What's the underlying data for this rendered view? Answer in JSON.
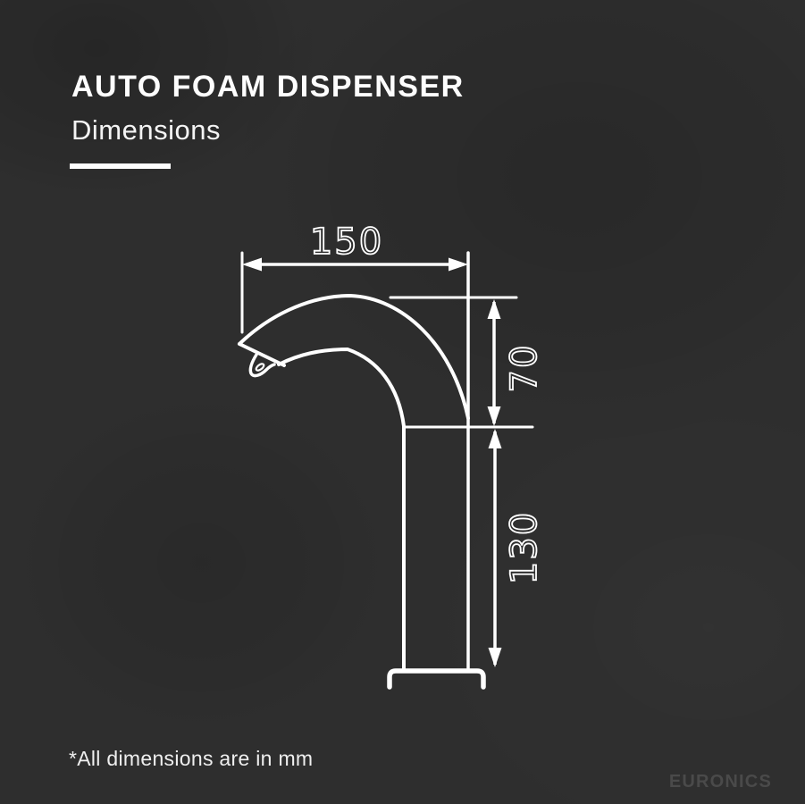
{
  "header": {
    "title": "AUTO FOAM DISPENSER",
    "subtitle": "Dimensions"
  },
  "drawing": {
    "product": "auto foam dispenser side profile",
    "dimensions": {
      "spout_reach": {
        "value": "150",
        "orientation": "horizontal"
      },
      "spout_height": {
        "value": "70",
        "orientation": "vertical"
      },
      "body_height": {
        "value": "130",
        "orientation": "vertical"
      }
    },
    "unit": "mm",
    "line_color": "#ffffff"
  },
  "footer": {
    "note": "*All dimensions are in mm",
    "brand": "EURONICS"
  },
  "colors": {
    "background": "#262626",
    "line": "#ffffff",
    "text": "#fdfdfd",
    "brand": "#4a4a4a"
  }
}
